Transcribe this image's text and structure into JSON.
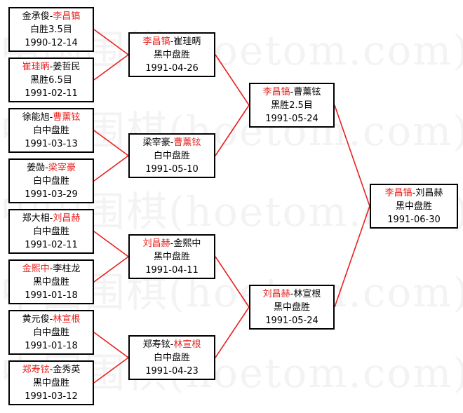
{
  "watermark": "中国围棋(hoetom.com)",
  "colors": {
    "winner": "#e8201e",
    "connector": "#e8201e",
    "border": "#000000"
  },
  "round1": [
    {
      "p1": "金承俊",
      "p2": "李昌镐",
      "winner": 2,
      "result": "白胜3.5目",
      "date": "1990-12-14"
    },
    {
      "p1": "崔珪昞",
      "p2": "姜哲民",
      "winner": 1,
      "result": "黑胜6.5目",
      "date": "1991-02-11"
    },
    {
      "p1": "徐能旭",
      "p2": "曹薰铉",
      "winner": 2,
      "result": "白中盘胜",
      "date": "1991-03-13"
    },
    {
      "p1": "姜勋",
      "p2": "梁宰豪",
      "winner": 2,
      "result": "白中盘胜",
      "date": "1991-03-29"
    },
    {
      "p1": "郑大相",
      "p2": "刘昌赫",
      "winner": 2,
      "result": "白中盘胜",
      "date": "1991-02-11"
    },
    {
      "p1": "金熙中",
      "p2": "李柱龙",
      "winner": 1,
      "result": "黑中盘胜",
      "date": "1991-01-18"
    },
    {
      "p1": "黄元俊",
      "p2": "林宣根",
      "winner": 2,
      "result": "白中盘胜",
      "date": "1991-01-18"
    },
    {
      "p1": "郑寿铉",
      "p2": "金秀英",
      "winner": 1,
      "result": "黑中盘胜",
      "date": "1991-03-12"
    }
  ],
  "round2": [
    {
      "p1": "李昌镐",
      "p2": "崔珪昞",
      "winner": 1,
      "result": "黑中盘胜",
      "date": "1991-04-26"
    },
    {
      "p1": "梁宰豪",
      "p2": "曹薰铉",
      "winner": 2,
      "result": "白中盘胜",
      "date": "1991-05-10"
    },
    {
      "p1": "刘昌赫",
      "p2": "金熙中",
      "winner": 1,
      "result": "黑中盘胜",
      "date": "1991-04-11"
    },
    {
      "p1": "郑寿铉",
      "p2": "林宣根",
      "winner": 2,
      "result": "白中盘胜",
      "date": "1991-04-23"
    }
  ],
  "round3": [
    {
      "p1": "李昌镐",
      "p2": "曹薰铉",
      "winner": 1,
      "result": "黑胜2.5目",
      "date": "1991-05-24"
    },
    {
      "p1": "刘昌赫",
      "p2": "林宣根",
      "winner": 1,
      "result": "黑中盘胜",
      "date": "1991-05-24"
    }
  ],
  "final": [
    {
      "p1": "李昌镐",
      "p2": "刘昌赫",
      "winner": 1,
      "result": "黑中盘胜",
      "date": "1991-06-30"
    }
  ]
}
